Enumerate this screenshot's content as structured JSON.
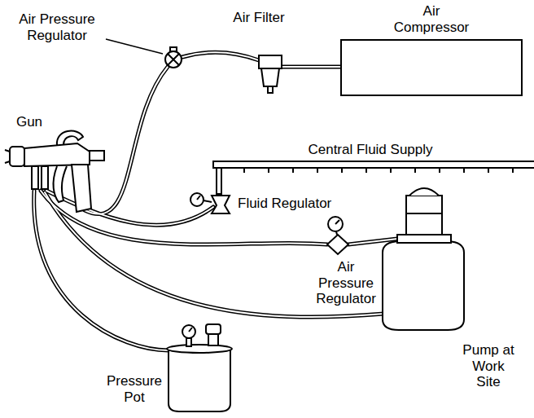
{
  "diagram": {
    "nodes": [
      {
        "text": [
          "Air Compressor"
        ]
      }
    ],
    "labels": [
      "Air Pressure Regulator",
      "Air Filter",
      "Gun",
      "Central Fluid Supply",
      "Fluid Regulator",
      "Air Pressure Regulator",
      "Pump at Work Site",
      "Pressure Pot"
    ]
  }
}
